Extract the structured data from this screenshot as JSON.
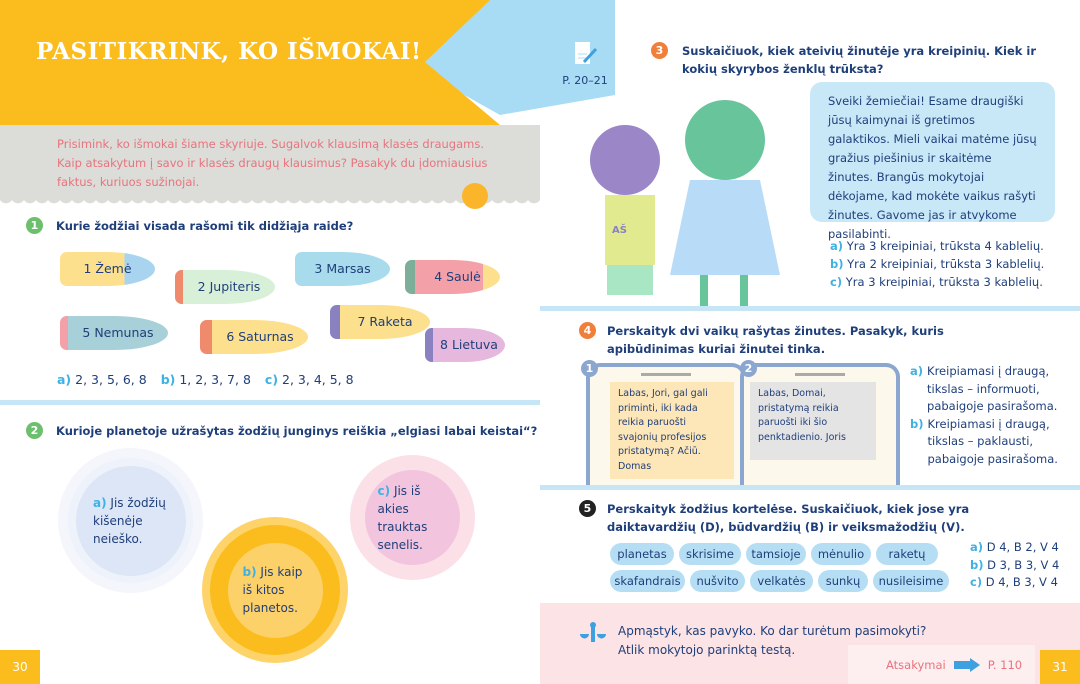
{
  "title": "PASITIKRINK, KO IŠMOKAI!",
  "ref": {
    "icon": "notebook-pencil-icon",
    "label": "P. 20–21"
  },
  "intro": "Prisimink, ko išmokai šiame skyriuje. Sugalvok klausimą klasės draugams. Kaip atsakytum į savo ir klasės draugų klausimus? Pasakyk du įdomiausius faktus, kuriuos sužinojai.",
  "q1": {
    "num": "1",
    "text": "Kurie žodžiai visada rašomi tik didžiąja raide?",
    "rockets": [
      "1 Žemė",
      "2 Jupiteris",
      "3 Marsas",
      "4 Saulė",
      "5 Nemunas",
      "6 Saturnas",
      "7 Raketa",
      "8 Lietuva"
    ],
    "answers": [
      {
        "l": "a)",
        "t": "2, 3, 5, 6, 8"
      },
      {
        "l": "b)",
        "t": "1, 2, 3, 7, 8"
      },
      {
        "l": "c)",
        "t": "2, 3, 4, 5, 8"
      }
    ]
  },
  "q2": {
    "num": "2",
    "text": "Kurioje planetoje užrašytas žodžių junginys reiškia „elgiasi labai keistai“?",
    "answers": [
      {
        "l": "a)",
        "t": "Jis žodžių kišenėje neieško."
      },
      {
        "l": "b)",
        "t": "Jis kaip iš kitos planetos."
      },
      {
        "l": "c)",
        "t": "Jis iš akies trauktas senelis."
      }
    ]
  },
  "q3": {
    "num": "3",
    "text": "Suskaičiuok, kiek ateivių žinutėje yra kreipinių. Kiek ir kokių skyrybos ženklų trūksta?",
    "shirt": "AŠ",
    "bubble": "Sveiki žemiečiai! Esame draugiški jūsų kaimynai iš gretimos galaktikos. Mieli vaikai matėme jūsų gražius piešinius ir skaitėme žinutes. Brangūs mokytojai dėkojame, kad mokėte vaikus rašyti žinutes. Gavome jas ir atvykome pasilabinti.",
    "answers": [
      {
        "l": "a)",
        "t": "Yra 3 kreipiniai, trūksta 4 kablelių."
      },
      {
        "l": "b)",
        "t": "Yra 2 kreipiniai, trūksta 3 kablelių."
      },
      {
        "l": "c)",
        "t": "Yra 3 kreipiniai, trūksta 3 kablelių."
      }
    ]
  },
  "q4": {
    "num": "4",
    "text": "Perskaityk dvi vaikų rašytas žinutes. Pasakyk, kuris apibūdinimas kuriai žinutei tinka.",
    "phones": [
      {
        "n": "1",
        "msg": "Labas, Jori, gal gali priminti, iki kada reikia paruošti svajonių profesijos pristatymą? Ačiū. Domas"
      },
      {
        "n": "2",
        "msg": "Labas, Domai, pristatymą reikia paruošti iki šio penktadienio. Joris"
      }
    ],
    "answers": [
      {
        "l": "a)",
        "t": "Kreipiamasi į draugą, tikslas – informuoti, pabaigoje pasirašoma."
      },
      {
        "l": "b)",
        "t": "Kreipiamasi į draugą, tikslas – paklausti, pabaigoje pasirašoma."
      }
    ]
  },
  "q5": {
    "num": "5",
    "text": "Perskaityk žodžius kortelėse. Suskaičiuok, kiek jose yra daiktavardžių (D), būdvardžių (B) ir veiksmažodžių (V).",
    "chips": [
      "planetas",
      "skrisime",
      "tamsioje",
      "mėnulio",
      "raketų",
      "skafandrais",
      "nušvito",
      "velkatės",
      "sunkų",
      "nusileisime"
    ],
    "answers": [
      {
        "l": "a)",
        "t": "D 4, B 2, V 4"
      },
      {
        "l": "b)",
        "t": "D 3, B 3, V 4"
      },
      {
        "l": "c)",
        "t": "D 4, B 3, V 4"
      }
    ]
  },
  "footer": {
    "icon": "scales-icon",
    "line1": "Apmąstyk, kas pavyko. Ko dar turėtum pasimokyti?",
    "line2": "Atlik mokytojo parinktą testą.",
    "answers_label": "Atsakymai",
    "answers_page": "P. 110"
  },
  "pages": {
    "left": "30",
    "right": "31"
  },
  "colors": {
    "yellow": "#fbbd1d",
    "blue": "#a8dcf5",
    "pink": "#fce3e5",
    "green": "#6cbf6c",
    "orange": "#ef7f3b"
  }
}
